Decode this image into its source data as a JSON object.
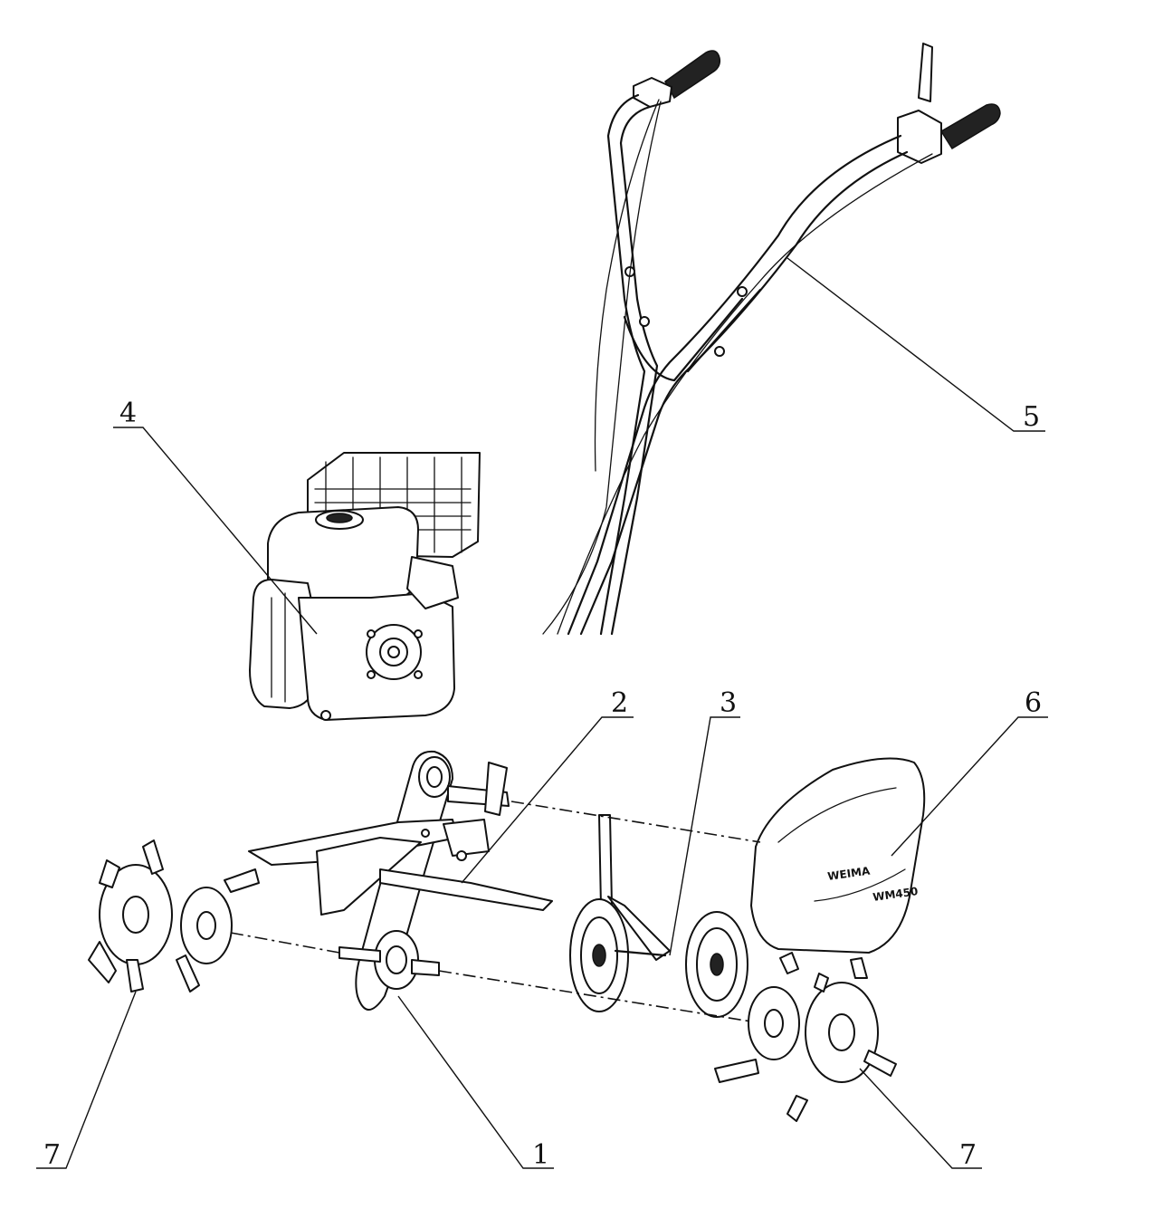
{
  "callouts": [
    {
      "id": "1",
      "label": "1"
    },
    {
      "id": "2",
      "label": "2"
    },
    {
      "id": "3",
      "label": "3"
    },
    {
      "id": "4",
      "label": "4"
    },
    {
      "id": "5",
      "label": "5"
    },
    {
      "id": "6",
      "label": "6"
    },
    {
      "id": "7a",
      "label": "7"
    },
    {
      "id": "7b",
      "label": "7"
    }
  ],
  "cover_text": {
    "brand": "WEIMA",
    "model": "WM450"
  },
  "parts": [
    {
      "callout": "1",
      "depicts": "transmission-gearbox"
    },
    {
      "callout": "2",
      "depicts": "depth-bar-frame"
    },
    {
      "callout": "3",
      "depicts": "transport-wheel-assembly"
    },
    {
      "callout": "4",
      "depicts": "engine"
    },
    {
      "callout": "5",
      "depicts": "handlebar"
    },
    {
      "callout": "6",
      "depicts": "gearbox-cover"
    },
    {
      "callout": "7",
      "depicts": "tine-assembly"
    }
  ]
}
